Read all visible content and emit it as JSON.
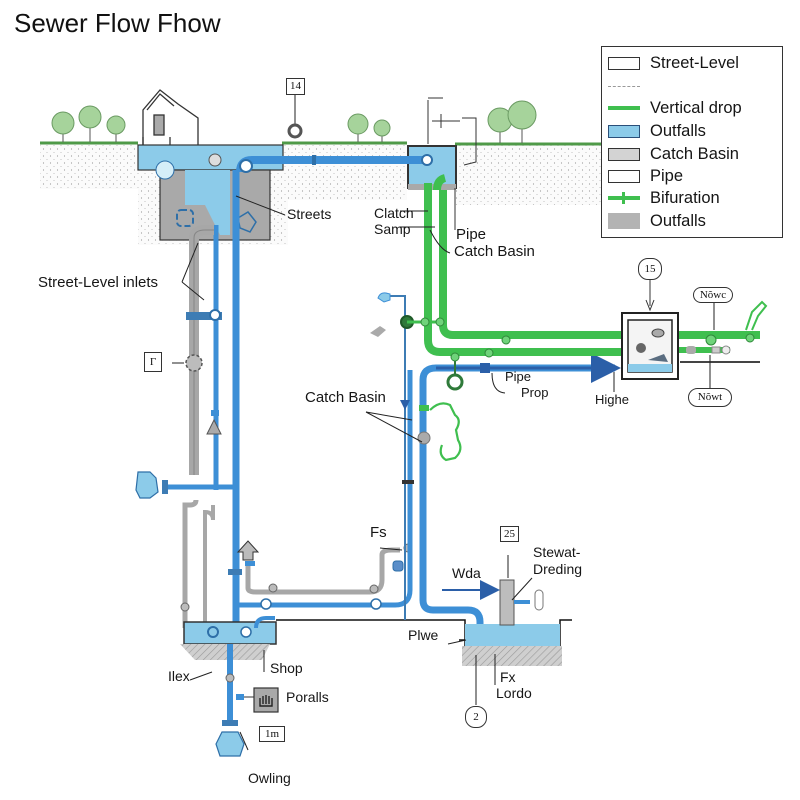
{
  "title": "Sewer Flow Fhow",
  "legend": {
    "items": [
      {
        "label": "Street-Level",
        "swatch": "outline-box"
      },
      {
        "label": "",
        "swatch": "dashed-line"
      },
      {
        "label": "Vertical drop",
        "swatch": "green-line"
      },
      {
        "label": "Outfalls",
        "swatch": "blue-box"
      },
      {
        "label": "Catch Basin",
        "swatch": "gray-box"
      },
      {
        "label": "Pipe",
        "swatch": "outline-box"
      },
      {
        "label": "Bifuration",
        "swatch": "green-line-tick"
      },
      {
        "label": "Outfalls",
        "swatch": "gray-solid-box"
      }
    ]
  },
  "labels": {
    "streets": "Streets",
    "street_level_inlets": "Street-Level inlets",
    "clatch": "Clatch",
    "samp": "Samp",
    "pipe_top": "Pipe",
    "catch_basin_top": "Catch Basin",
    "catch_basin_mid": "Catch Basin",
    "pipe_mid": "Pipe",
    "prop": "Prop",
    "highe": "Highe",
    "fs": "Fs",
    "wda": "Wda",
    "stewat": "Stewat-",
    "dreding": "Dreding",
    "plwe": "Plwe",
    "fx": "Fx",
    "lordo": "Lordo",
    "ilex": "Ilex",
    "shop": "Shop",
    "poralls": "Poralls",
    "owling": "Owling"
  },
  "tags": {
    "t14": "14",
    "t15": "15",
    "t25": "25",
    "t2": "2",
    "t1m": "1m",
    "tgamma": "Γ",
    "nowc": "Nõwc",
    "nowt": "Nõwt"
  },
  "colors": {
    "water_blue": "#8ccbe9",
    "pipe_blue": "#3d8fd6",
    "arrow_blue": "#2b5fa8",
    "pipe_green": "#3fbf4f",
    "basin_gray": "#a9a9a9",
    "tree_green": "#a6d39b",
    "ground_green": "#5aa84f"
  }
}
